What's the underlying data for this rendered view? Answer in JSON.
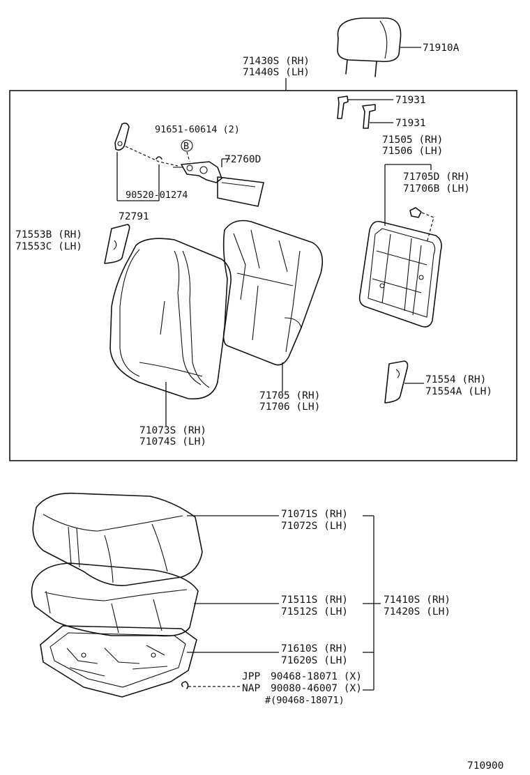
{
  "labels": {
    "headrest": "71910A",
    "back_assy_rh": "71430S (RH)",
    "back_assy_lh": "71440S (LH)",
    "guide_1": "71931",
    "guide_2": "71931",
    "hinge_bolt": "91651-60614 (2)",
    "marker_b": "B",
    "lock_part": "72760D",
    "pin": "90520-01274",
    "lever": "72791",
    "cover_l_rh": "71553B (RH)",
    "cover_l_lh": "71553C (LH)",
    "spring_rh": "71505 (RH)",
    "spring_lh": "71506 (LH)",
    "frame_rh": "71705D (RH)",
    "frame_lh": "71706B (LH)",
    "cover_r_rh": "71554   (RH)",
    "cover_r_lh": "71554A (LH)",
    "pad_rh": "71705 (RH)",
    "pad_lh": "71706 (LH)",
    "back_cover_rh": "71073S (RH)",
    "back_cover_lh": "71074S (LH)",
    "cushion_cover_rh": "71071S (RH)",
    "cushion_cover_lh": "71072S (LH)",
    "cushion_pad_rh": "71511S (RH)",
    "cushion_pad_lh": "71512S (LH)",
    "cushion_assy_rh": "71410S (RH)",
    "cushion_assy_lh": "71420S (LH)",
    "cushion_frame_rh": "71610S (RH)",
    "cushion_frame_lh": "71620S (LH)",
    "jpp_tag": "JPP",
    "jpp_part": "90468-18071 (X)",
    "nap_tag": "NAP",
    "nap_part": "90080-46007 (X)",
    "alt_part": "#(90468-18071)",
    "diagram_no": "710900"
  }
}
